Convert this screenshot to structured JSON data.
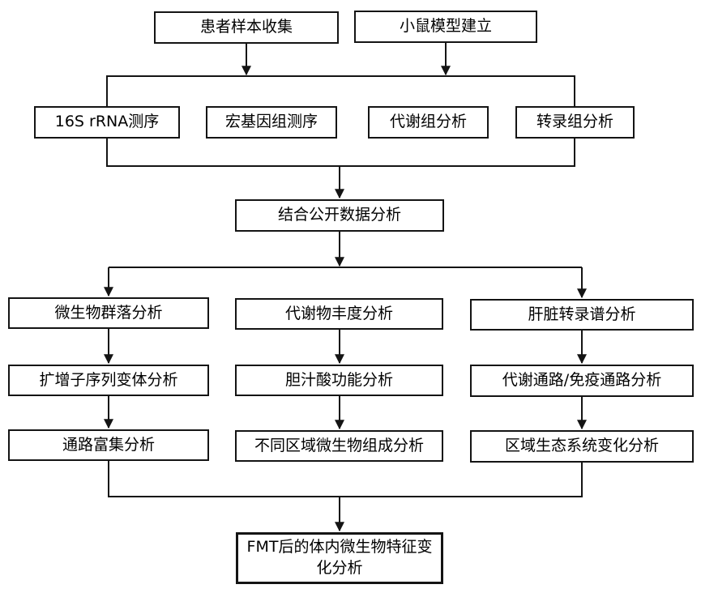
{
  "diagram": {
    "type": "flowchart",
    "background_color": "#ffffff",
    "line_color": "#141414",
    "box_fill_color": "#ffffff",
    "text_color": "#000000",
    "nodes": {
      "patient_samples": {
        "label": "患者样本收集"
      },
      "mouse_model": {
        "label": "小鼠模型建立"
      },
      "rrna_16s_sequencing": {
        "label": "16S rRNA测序"
      },
      "metagenomic_sequencing": {
        "label": "宏基因组测序"
      },
      "metabolomic_analysis": {
        "label": "代谢组分析"
      },
      "transcriptomic_analysis": {
        "label": "转录组分析"
      },
      "public_data_analysis": {
        "label": "结合公开数据分析"
      },
      "microbial_community": {
        "label": "微生物群落分析"
      },
      "amplicon_sequence_variant": {
        "label": "扩增子序列变体分析"
      },
      "pathway_enrichment": {
        "label": "通路富集分析"
      },
      "metabolite_abundance": {
        "label": "代谢物丰度分析"
      },
      "bile_acid_function": {
        "label": "胆汁酸功能分析"
      },
      "regional_microbiota_composition": {
        "label": "不同区域微生物组成分析"
      },
      "liver_transcriptome": {
        "label": "肝脏转录谱分析"
      },
      "metabolic_immune_pathway": {
        "label": "代谢通路/免疫通路分析"
      },
      "regional_ecosystem_change": {
        "label": "区域生态系统变化分析"
      },
      "fmt_microbial_feature_change": {
        "label": "FMT后的体内微生物特征变化分析"
      }
    }
  }
}
